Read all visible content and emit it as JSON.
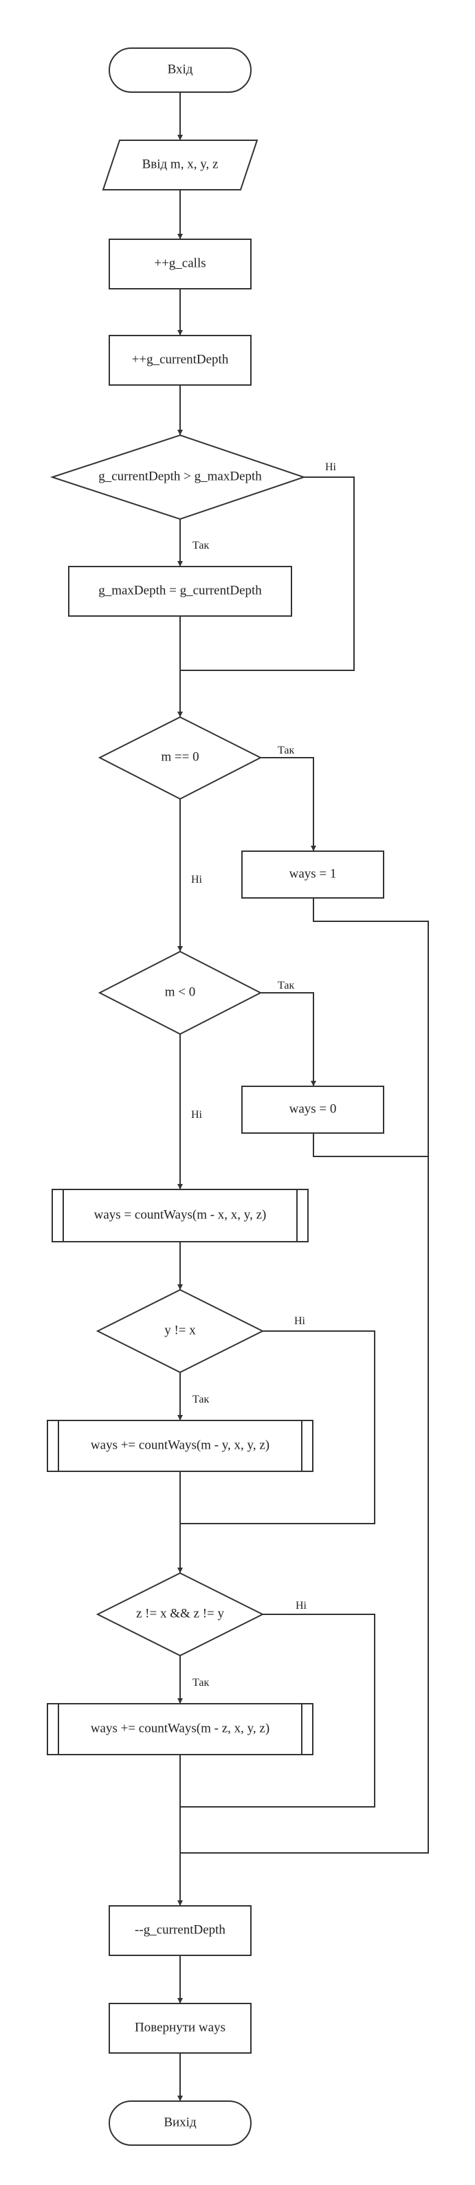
{
  "nodes": {
    "start": "Вхід",
    "input": "Ввід m, x, y, z",
    "inc_calls": "++g_calls",
    "inc_depth": "++g_currentDepth",
    "cond_depth": "g_currentDepth > g_maxDepth",
    "set_max": "g_maxDepth = g_currentDepth",
    "cond_m_zero": "m == 0",
    "ways_one": "ways = 1",
    "cond_m_neg": "m < 0",
    "ways_zero": "ways = 0",
    "call_x": "ways = countWays(m - x, x, y, z)",
    "cond_y_ne_x": "y != x",
    "call_y": "ways += countWays(m - y, x, y, z)",
    "cond_z_ne": "z != x && z != y",
    "call_z": "ways += countWays(m - z, x, y, z)",
    "dec_depth": "--g_currentDepth",
    "return": "Повернути ways",
    "end": "Вихід"
  },
  "edge_labels": {
    "yes": "Так",
    "no": "Ні"
  }
}
